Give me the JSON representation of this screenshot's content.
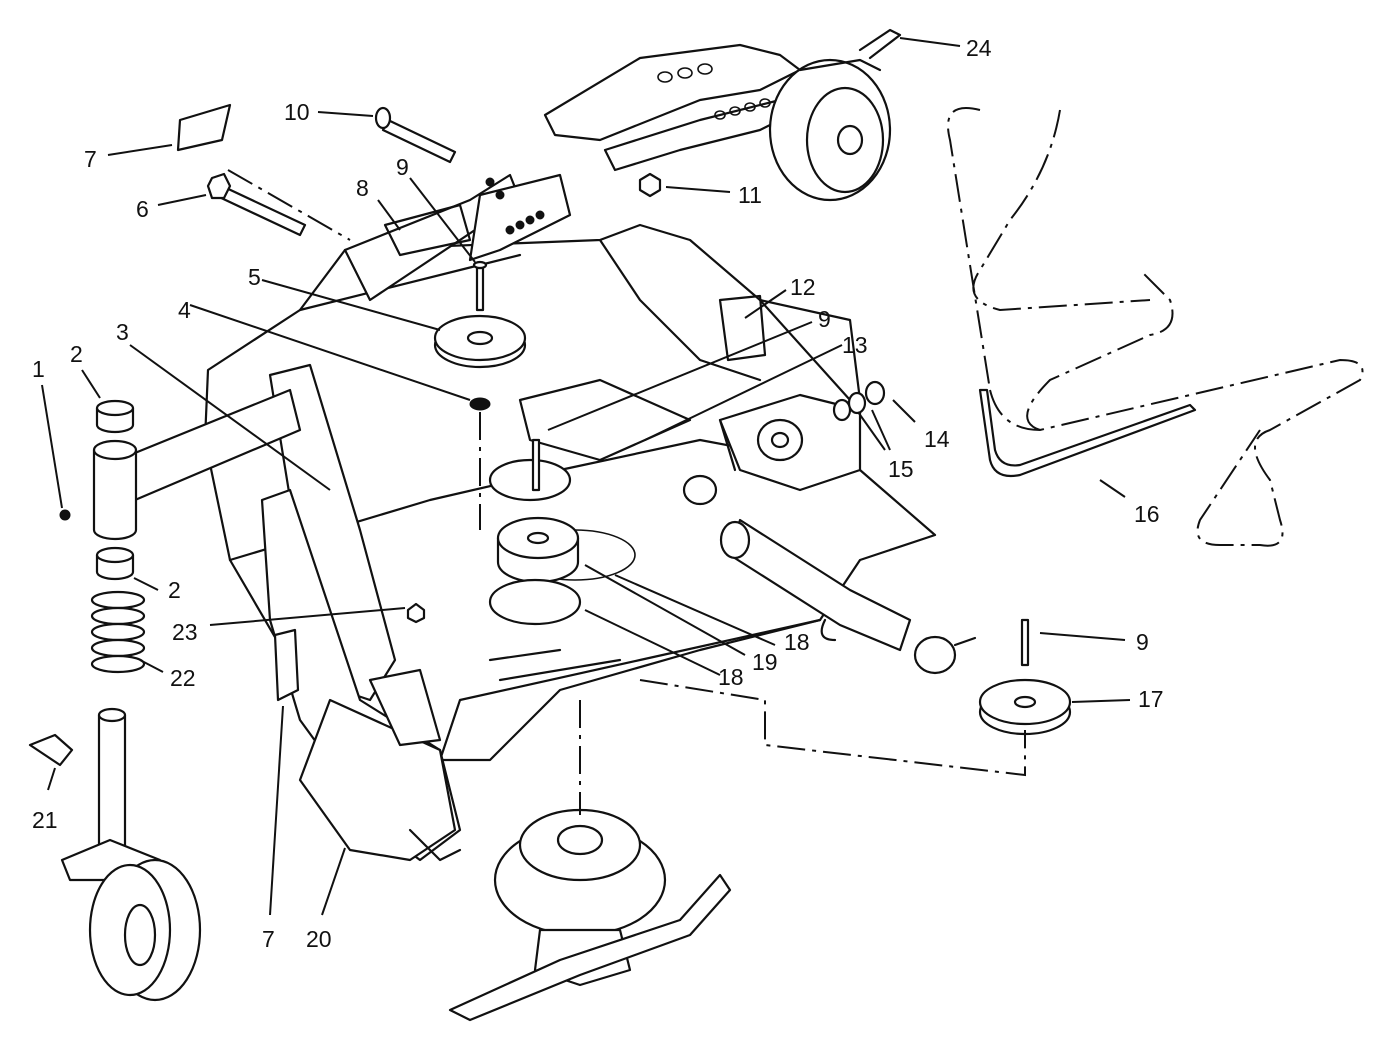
{
  "callouts": {
    "c1": "1",
    "c2a": "2",
    "c2b": "2",
    "c3": "3",
    "c4": "4",
    "c5": "5",
    "c6": "6",
    "c7a": "7",
    "c7b": "7",
    "c8": "8",
    "c9a": "9",
    "c9b": "9",
    "c9c": "9",
    "c10": "10",
    "c11": "11",
    "c12": "12",
    "c13": "13",
    "c14": "14",
    "c15": "15",
    "c16": "16",
    "c17": "17",
    "c18a": "18",
    "c18b": "18",
    "c19": "19",
    "c20": "20",
    "c21": "21",
    "c22": "22",
    "c23": "23",
    "c24": "24"
  }
}
